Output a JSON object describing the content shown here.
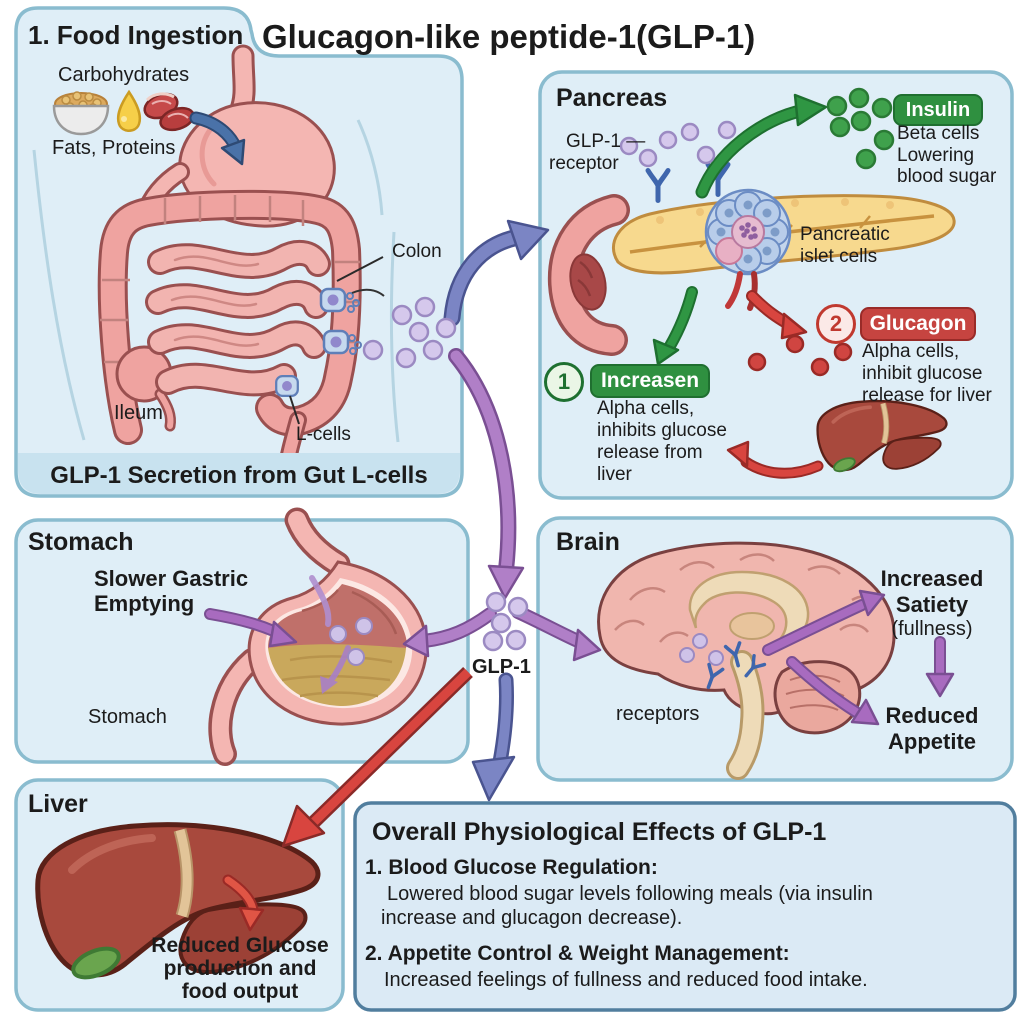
{
  "title": "Glucagon-like peptide-1(GLP-1)",
  "panels": {
    "food": {
      "heading": "1. Food Ingestion",
      "carbohydrates": "Carbohydrates",
      "fats_proteins": "Fats, Proteins",
      "colon": "Colon",
      "ileum": "Ileum",
      "l_cells": "L-cells",
      "banner": "GLP-1 Secretion from Gut L-cells"
    },
    "pancreas": {
      "heading": "Pancreas",
      "receptor_label": [
        "GLP-1 —",
        "receptor"
      ],
      "insulin_badge": "Insulin",
      "insulin_note": [
        "Beta cells",
        "Lowering",
        "blood sugar"
      ],
      "islet_label": [
        "Pancreatic",
        "islet cells"
      ],
      "step1_number": "1",
      "step1_badge": "Increasen",
      "step1_note": [
        "Alpha cells,",
        "inhibits glucose",
        "release from",
        "liver"
      ],
      "step2_number": "2",
      "step2_badge": "Glucagon",
      "step2_note": [
        "Alpha cells,",
        "inhibit glucose",
        "release for liver"
      ]
    },
    "stomach": {
      "heading": "Stomach",
      "effect": [
        "Slower Gastric",
        "Emptying"
      ],
      "organ_label": "Stomach"
    },
    "brain": {
      "heading": "Brain",
      "receptors_label": "receptors",
      "satiety": [
        "Increased",
        "Satiety",
        "(fullness)"
      ],
      "appetite": [
        "Reduced",
        "Appetite"
      ]
    },
    "liver": {
      "heading": "Liver",
      "note": [
        "Reduced Glucose",
        "production and",
        "food output"
      ]
    },
    "overall": {
      "heading": "Overall Physiological Effects of GLP-1",
      "item1_title": "1. Blood Glucose Regulation:",
      "item1_line1": "Lowered blood sugar levels following meals (via insulin",
      "item1_line2": "increase and glucagon decrease).",
      "item2_title": "2. Appetite Control & Weight Management:",
      "item2_line1": "Increased feelings of fullness and reduced food intake."
    }
  },
  "center": {
    "glp1_label": "GLP-1"
  },
  "colors": {
    "panel_fill": "#dfeef7",
    "panel_border": "#8abccf",
    "overall_border": "#517e9e",
    "banner_fill": "#c8e2ef",
    "badge_green": "#2f9040",
    "badge_red": "#c64440",
    "arrow_purple": "#b07fc7",
    "arrow_blue": "#7b85c4",
    "arrow_green": "#2f9643",
    "arrow_red": "#d8453f",
    "glp1_dot": "#d5c8ec",
    "insulin_dot": "#3fa14c",
    "glucagon_dot": "#d04541"
  }
}
